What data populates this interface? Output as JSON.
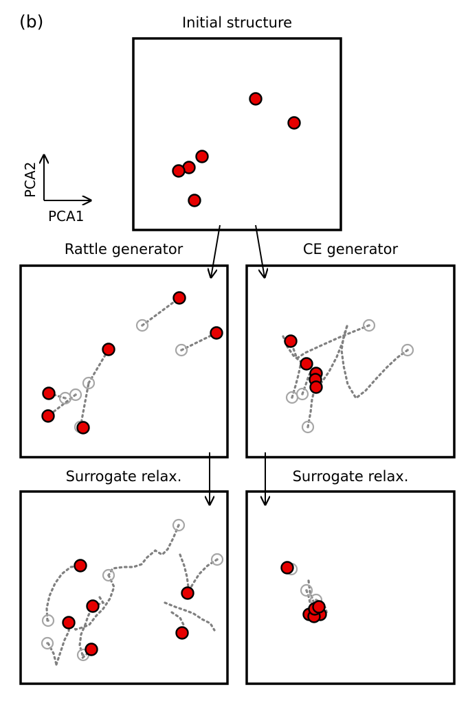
{
  "figure_label": "(b)",
  "axes_legend": {
    "x_label": "PCA1",
    "y_label": "PCA2"
  },
  "panels": [
    {
      "id": "initial",
      "title": "Initial structure"
    },
    {
      "id": "rattle",
      "title": "Rattle generator"
    },
    {
      "id": "ce",
      "title": "CE generator"
    },
    {
      "id": "rattle-relax",
      "title": "Surrogate relax."
    },
    {
      "id": "ce-relax",
      "title": "Surrogate relax."
    }
  ],
  "colors": {
    "atom_fill": "#e60000",
    "atom_edge": "#000000",
    "ghost_edge": "#a6a6a6",
    "trajectory": "#808080",
    "frame": "#000000"
  }
}
